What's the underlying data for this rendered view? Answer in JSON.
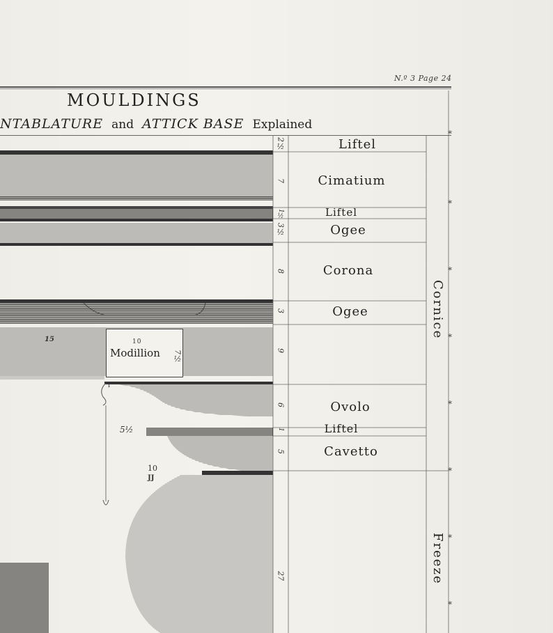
{
  "plate": {
    "reference": "N.º 3 Page 24"
  },
  "title": {
    "line1": "MOULDINGS",
    "line2_part1": "NTABLATURE",
    "line2_and": "and",
    "line2_part2": "ATTICK BASE",
    "line2_explained": "Explained"
  },
  "mouldings": [
    {
      "name": "Liftel",
      "dim": "2½"
    },
    {
      "name": "Cimatium",
      "dim": "7"
    },
    {
      "name": "Liftel",
      "dim": "1½"
    },
    {
      "name": "Ogee",
      "dim": "3½"
    },
    {
      "name": "Corona",
      "dim": "8"
    },
    {
      "name": "Ogee",
      "dim": "3"
    },
    {
      "name": "",
      "dim": "9"
    },
    {
      "name": "Ovolo",
      "dim": "6"
    },
    {
      "name": "Liftel",
      "dim": "1"
    },
    {
      "name": "Cavetto",
      "dim": "5"
    },
    {
      "name": "",
      "dim": "27"
    }
  ],
  "groups": {
    "cornice": "Cornice",
    "freeze": "Freeze"
  },
  "modillion": {
    "label": "Modillion",
    "number": "10",
    "dim": "7½"
  },
  "annotations": {
    "a": "15",
    "b": "5½",
    "c": "10",
    "d": "JJ",
    "e": "1"
  }
}
